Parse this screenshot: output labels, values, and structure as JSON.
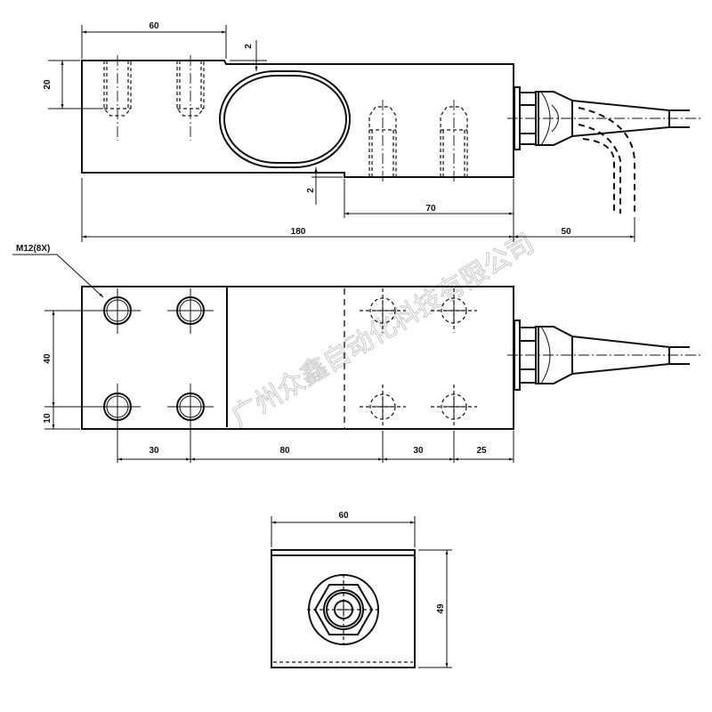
{
  "watermark": "广州众鑫自动化科技有限公司",
  "side_view": {
    "dims": {
      "width_top": "60",
      "height_left": "20",
      "step_top": "2",
      "step_bottom": "2",
      "right_span": "70",
      "total_length": "180",
      "cable_length": "50"
    }
  },
  "plan_view": {
    "callout": "M12(8X)",
    "dims": {
      "vertical_spacing": "40",
      "edge_offset": "10",
      "pitch_left": "30",
      "middle_span": "80",
      "pitch_right": "30",
      "end_offset": "25"
    }
  },
  "end_view": {
    "dims": {
      "width": "60",
      "height": "49"
    }
  }
}
